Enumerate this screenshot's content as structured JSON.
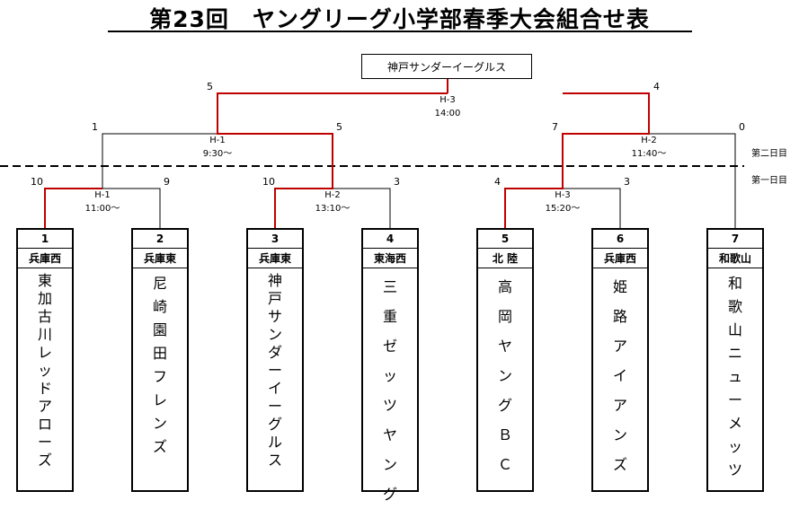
{
  "title": "第23回　ヤングリーグ小学部春季大会組合せ表",
  "champion": "神戸サンダーイーグルス",
  "day_labels": {
    "day2": "第二日目",
    "day1": "第一日目"
  },
  "final": {
    "code": "H-3",
    "time": "14:00",
    "score_left": "5",
    "score_right": "4"
  },
  "semis": [
    {
      "code": "H-1",
      "time": "9:30～",
      "score_left": "1",
      "score_right": "5"
    },
    {
      "code": "H-2",
      "time": "11:40～",
      "score_left": "7",
      "score_right": "0"
    }
  ],
  "first_round": [
    {
      "code": "H-1",
      "time": "11:00～",
      "score_left": "10",
      "score_right": "9"
    },
    {
      "code": "H-2",
      "time": "13:10～",
      "score_left": "10",
      "score_right": "3"
    },
    {
      "code": "H-3",
      "time": "15:20～",
      "score_left": "4",
      "score_right": "3"
    }
  ],
  "teams": [
    {
      "seed": "1",
      "region": "兵庫西",
      "name": "東加古川レッドアローズ"
    },
    {
      "seed": "2",
      "region": "兵庫東",
      "name": "尼崎園田フレンズ"
    },
    {
      "seed": "3",
      "region": "兵庫東",
      "name": "神戸サンダーイーグルス"
    },
    {
      "seed": "4",
      "region": "東海西",
      "name": "三重ゼッツヤング"
    },
    {
      "seed": "5",
      "region": "北 陸",
      "name": "高岡ヤングＢＣ"
    },
    {
      "seed": "6",
      "region": "兵庫西",
      "name": "姫路アイアンズ"
    },
    {
      "seed": "7",
      "region": "和歌山",
      "name": "和歌山ニューメッツ"
    }
  ]
}
